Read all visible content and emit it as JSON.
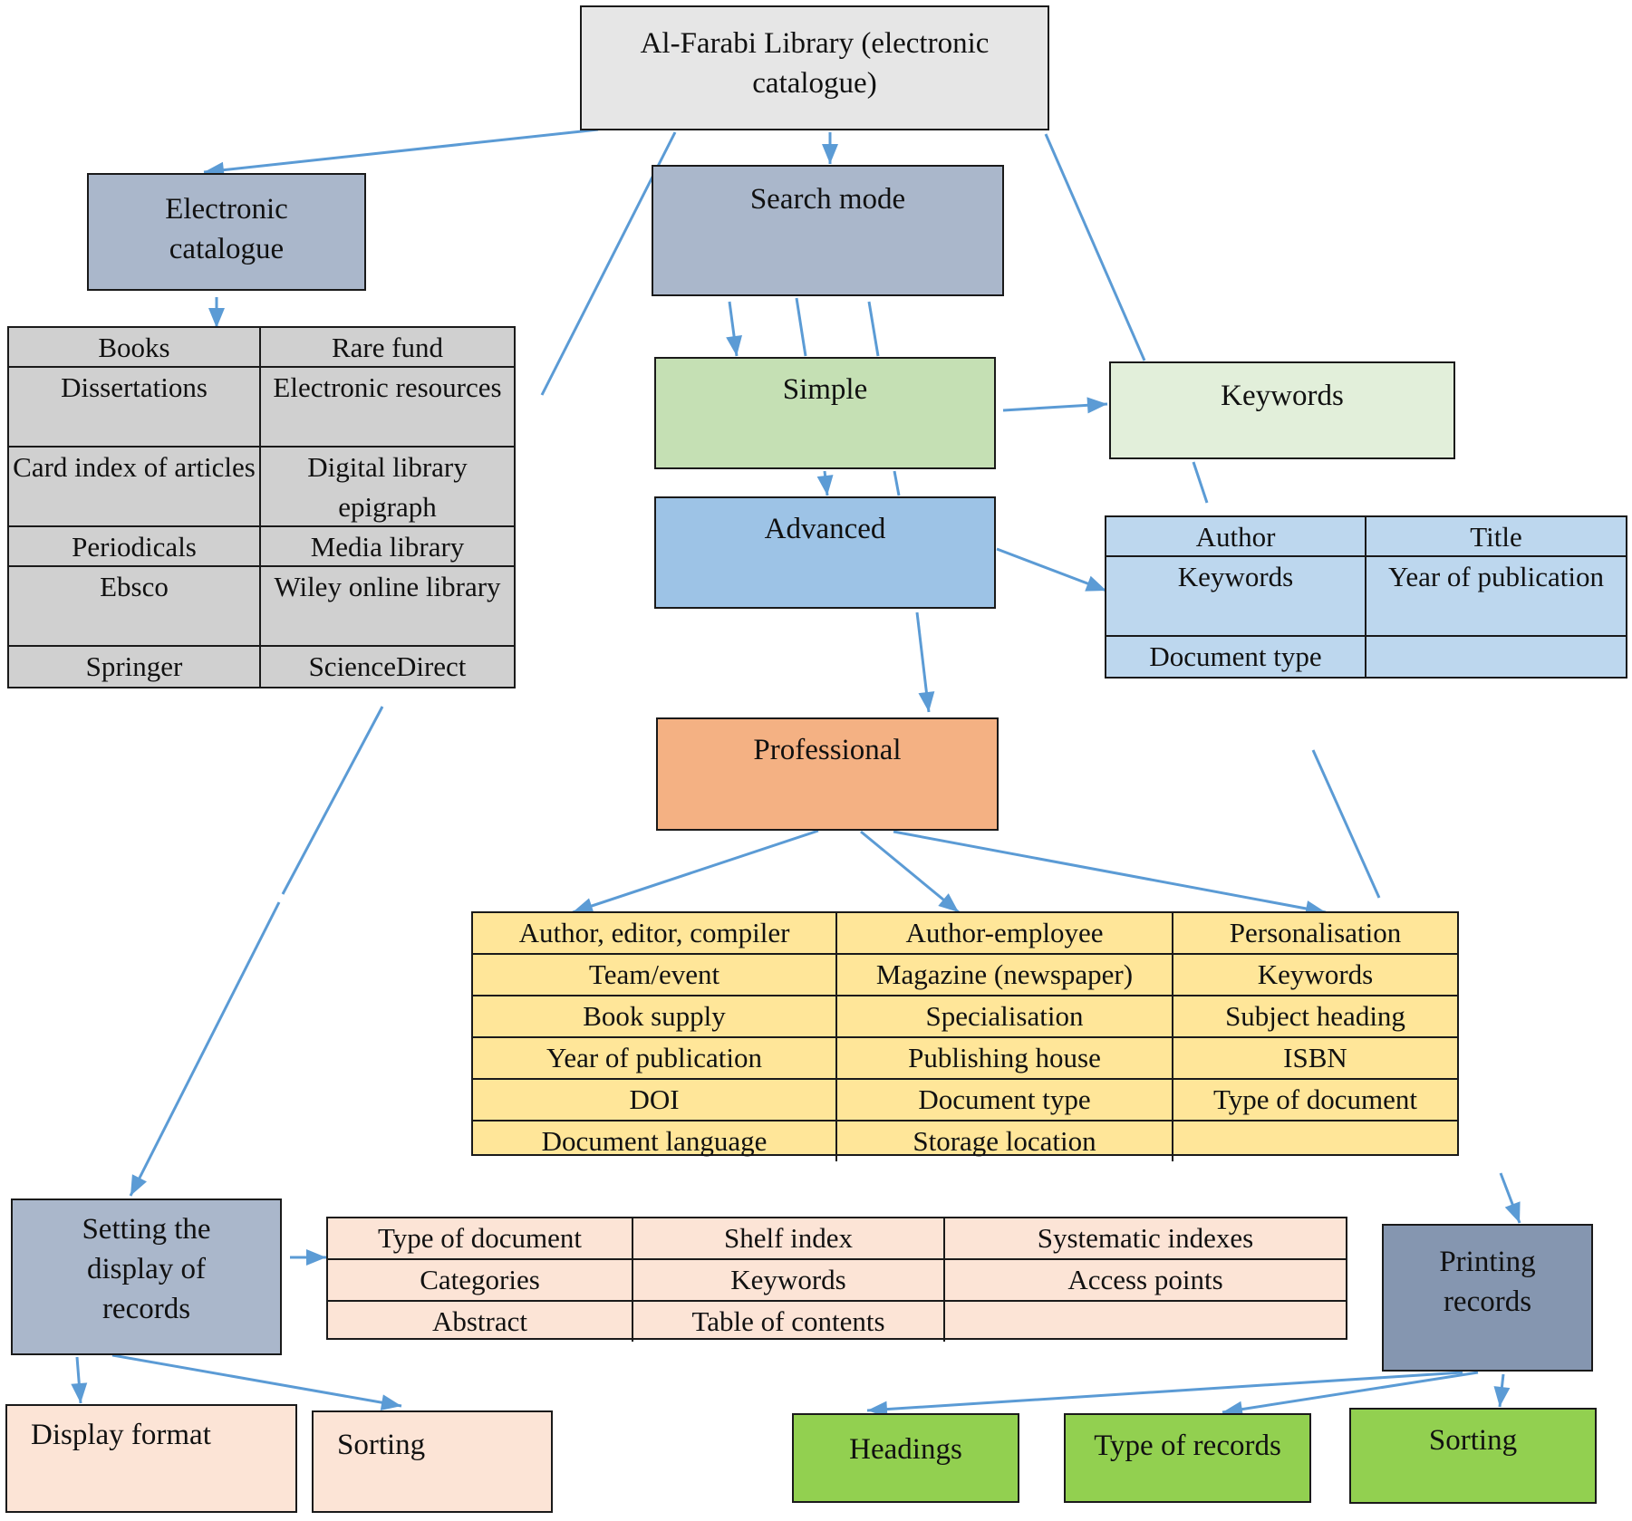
{
  "colors": {
    "root": "#e6e6e6",
    "steel": "#aab7cb",
    "steel_dark": "#8596b0",
    "grey_grid": "#d0d0d0",
    "simple": "#c5e0b4",
    "keywords_light": "#e2efda",
    "advanced": "#9dc3e6",
    "blue_grid": "#bdd7ee",
    "professional": "#f4b183",
    "yellow_grid": "#ffe699",
    "peach": "#fce4d6",
    "green": "#92d050",
    "arrow": "#5b9bd5"
  },
  "root": {
    "label": "Al-Farabi Library (electronic catalogue)"
  },
  "electronic_catalogue": {
    "label": "Electronic catalogue",
    "rows": [
      [
        "Books",
        "Rare fund"
      ],
      [
        "Dissertations",
        "Electronic resources"
      ],
      [
        "Card index of articles",
        "Digital library epigraph"
      ],
      [
        "Periodicals",
        "Media library"
      ],
      [
        "Ebsco",
        "Wiley online library"
      ],
      [
        "Springer",
        "ScienceDirect"
      ]
    ]
  },
  "search_mode": {
    "label": "Search mode"
  },
  "simple": {
    "label": "Simple"
  },
  "keywords_box": {
    "label": "Keywords"
  },
  "advanced": {
    "label": "Advanced",
    "rows": [
      [
        "Author",
        "Title"
      ],
      [
        "Keywords",
        "Year of publication"
      ],
      [
        "Document type",
        ""
      ]
    ]
  },
  "professional": {
    "label": "Professional",
    "rows": [
      [
        "Author, editor, compiler",
        "Author-employee",
        "Personalisation"
      ],
      [
        "Team/event",
        "Magazine (newspaper)",
        "Keywords"
      ],
      [
        "Book supply",
        "Specialisation",
        "Subject heading"
      ],
      [
        "Year of publication",
        "Publishing house",
        "ISBN"
      ],
      [
        "DOI",
        "Document type",
        "Type of document"
      ],
      [
        "Document language",
        "Storage location",
        ""
      ]
    ]
  },
  "display_settings": {
    "label": "Setting the display of records",
    "rows": [
      [
        "Type of document",
        "Shelf index",
        "Systematic indexes"
      ],
      [
        "Categories",
        "Keywords",
        "Access points"
      ],
      [
        "Abstract",
        "Table of contents",
        ""
      ]
    ],
    "children": [
      "Display format",
      "Sorting"
    ]
  },
  "printing": {
    "label": "Printing records",
    "children": [
      "Headings",
      "Type of records",
      "Sorting"
    ]
  }
}
